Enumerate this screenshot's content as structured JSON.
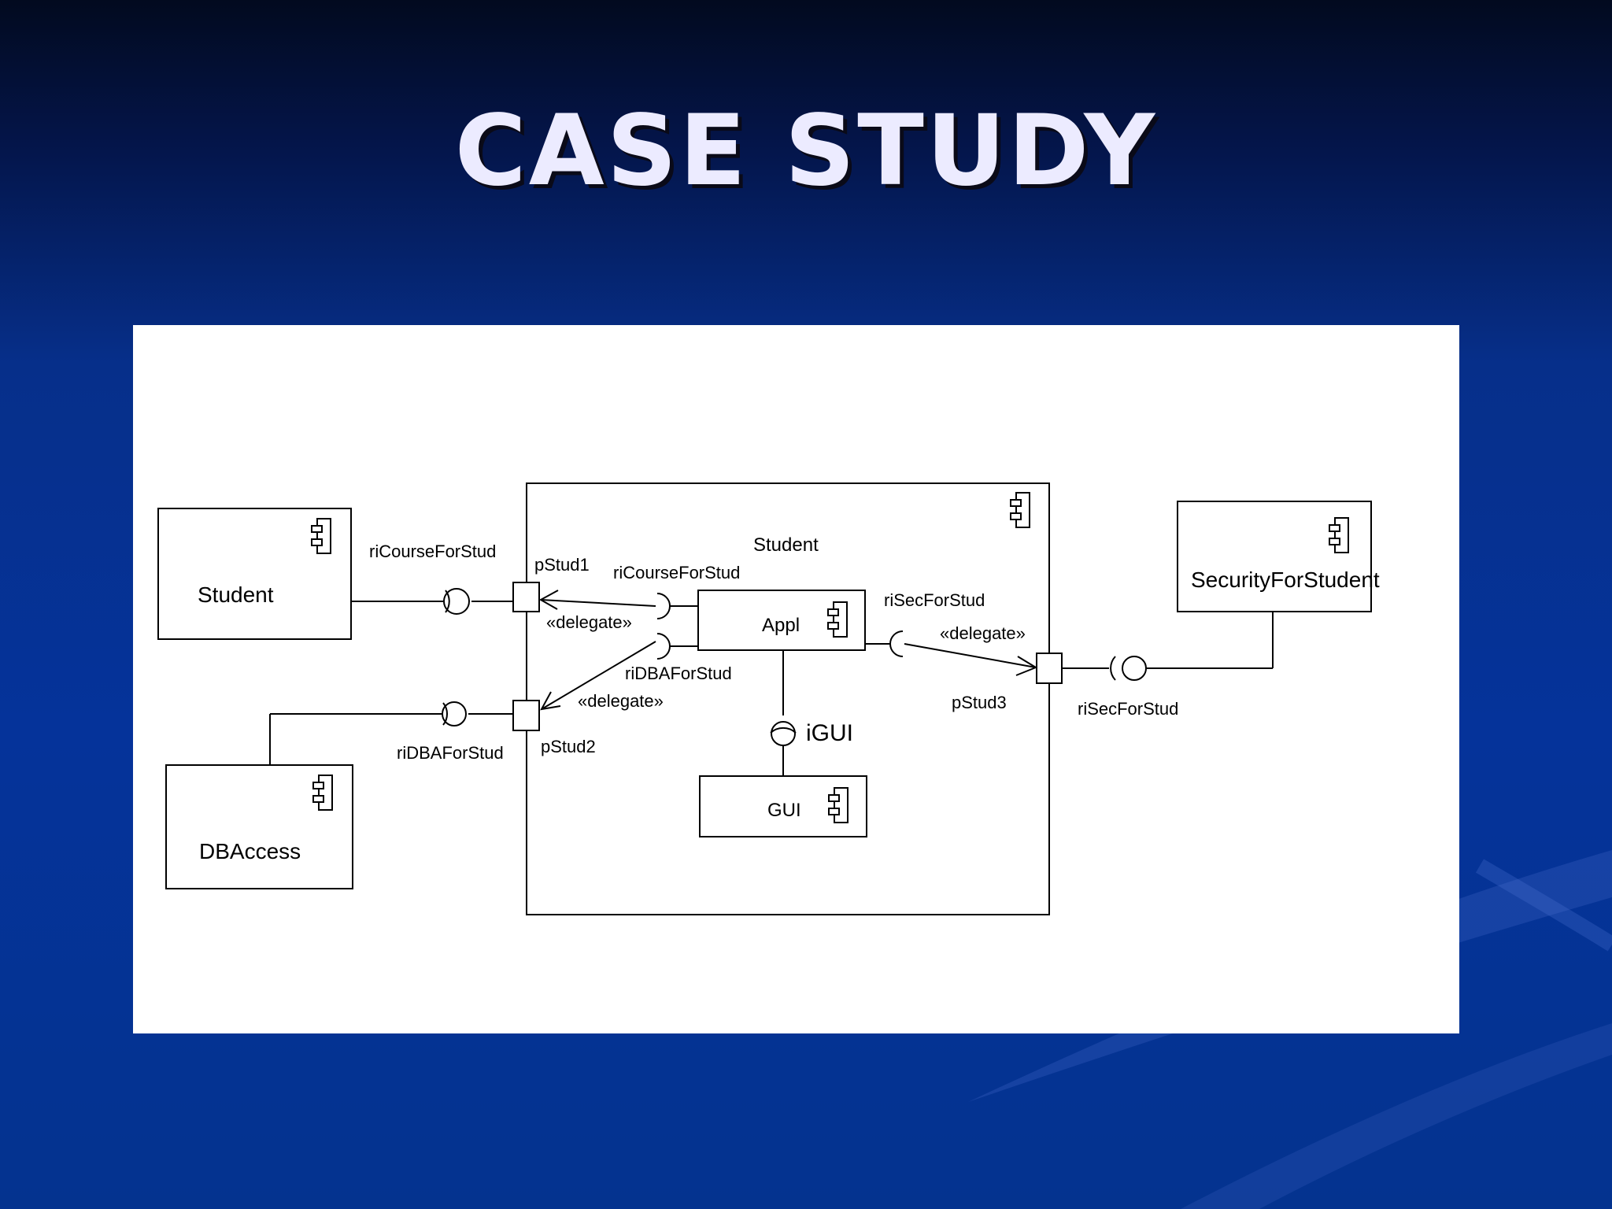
{
  "slide": {
    "title": "CASE STUDY"
  },
  "diagram": {
    "components": {
      "student_external": "Student",
      "dbaccess": "DBAccess",
      "security": "SecurityForStudent",
      "student_composite": "Student",
      "appl": "Appl",
      "gui": "GUI"
    },
    "ports": {
      "pstud1": "pStud1",
      "pstud2": "pStud2",
      "pstud3": "pStud3"
    },
    "interfaces": {
      "course_outer": "riCourseForStud",
      "course_inner": "riCourseForStud",
      "dba_outer": "riDBAForStud",
      "dba_inner": "riDBAForStud",
      "sec_inner": "riSecForStud",
      "sec_outer": "riSecForStud",
      "igui": "iGUI"
    },
    "stereotypes": {
      "delegate_course": "«delegate»",
      "delegate_dba": "«delegate»",
      "delegate_sec": "«delegate»"
    }
  }
}
